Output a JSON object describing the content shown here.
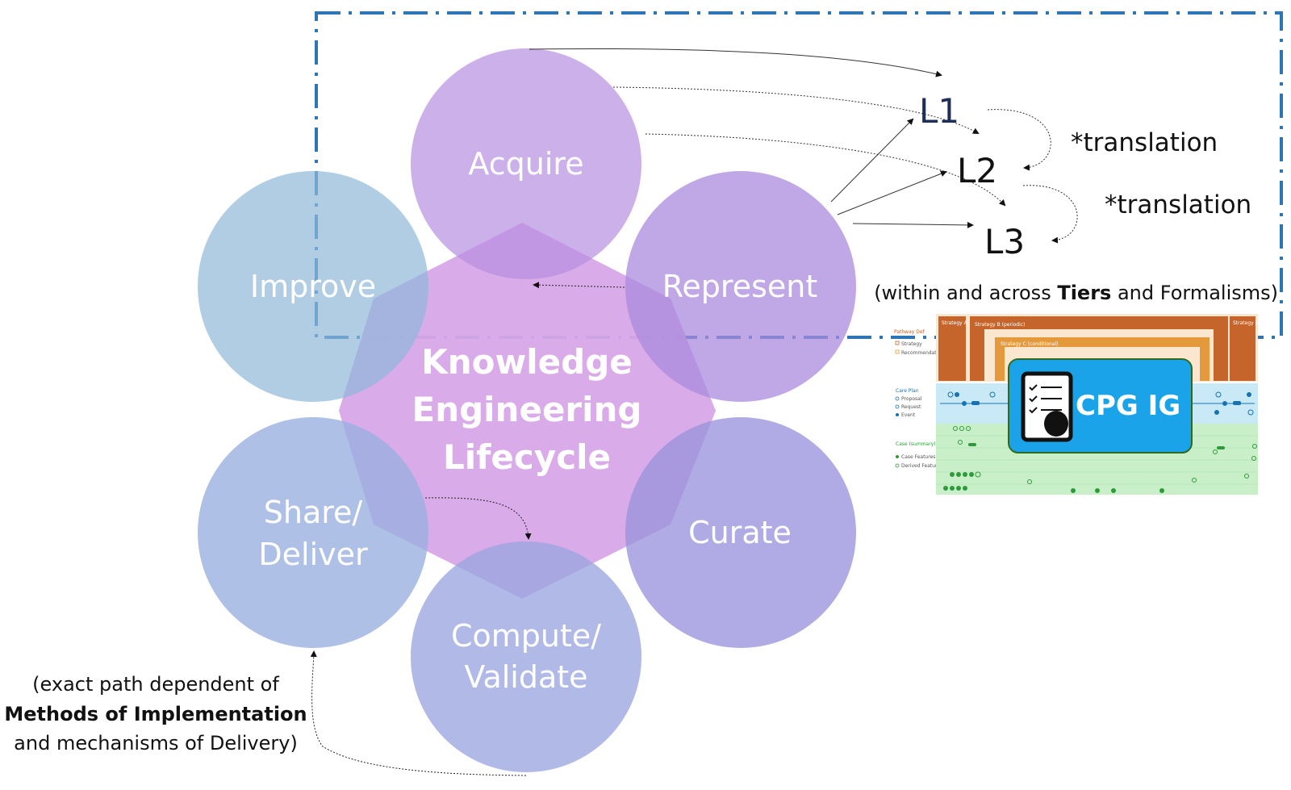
{
  "diagram": {
    "center": [
      "Knowledge",
      "Engineering",
      "Lifecycle"
    ],
    "phases": {
      "acquire": "Acquire",
      "represent": "Represent",
      "curate": "Curate",
      "compute_line1": "Compute/",
      "compute_line2": "Validate",
      "share_line1": "Share/",
      "share_line2": "Deliver",
      "improve": "Improve"
    },
    "levels": {
      "l1": "L1",
      "l2": "L2",
      "l3": "L3"
    },
    "translation_1": "*translation",
    "translation_2": "*translation",
    "tiers_note": {
      "pre": "(within and across ",
      "bold": "Tiers",
      "post": " and Formalisms)"
    },
    "path_note": {
      "line1": "(exact path dependent of",
      "line2_bold": "Methods of Implementation",
      "line3": "and mechanisms of Delivery)"
    },
    "cpg_badge": "CPG IG",
    "thumbnail": {
      "pathway_label": "Pathway Def",
      "legend_strategy": "Strategy",
      "legend_recommendation": "Recommendation",
      "strategy_a": "Strategy A",
      "strategy_b": "Strategy B (periodic)",
      "strategy_c": "Strategy C (conditional)",
      "strategy_d": "Strategy D",
      "care_plan": "Care Plan",
      "legend_proposal": "Proposal",
      "legend_request": "Request",
      "legend_event": "Event",
      "case_label": "Case (summary)",
      "legend_case_features": "Case Features",
      "legend_derived": "Derived Features"
    },
    "colors": {
      "purple_circle": "#c5a8e6",
      "lavender_circle": "#b3a4e6",
      "periwinkle_circle": "#abb4e6",
      "blue_circle": "#a9c8e0",
      "center_hexagon": "#d7a6e8",
      "dashed_frame": "#2e75b6",
      "orange": "#c5652c",
      "cpg_blue": "#1aa3e8",
      "green_band": "#c8efc8",
      "blue_band": "#c9e9f7"
    }
  }
}
